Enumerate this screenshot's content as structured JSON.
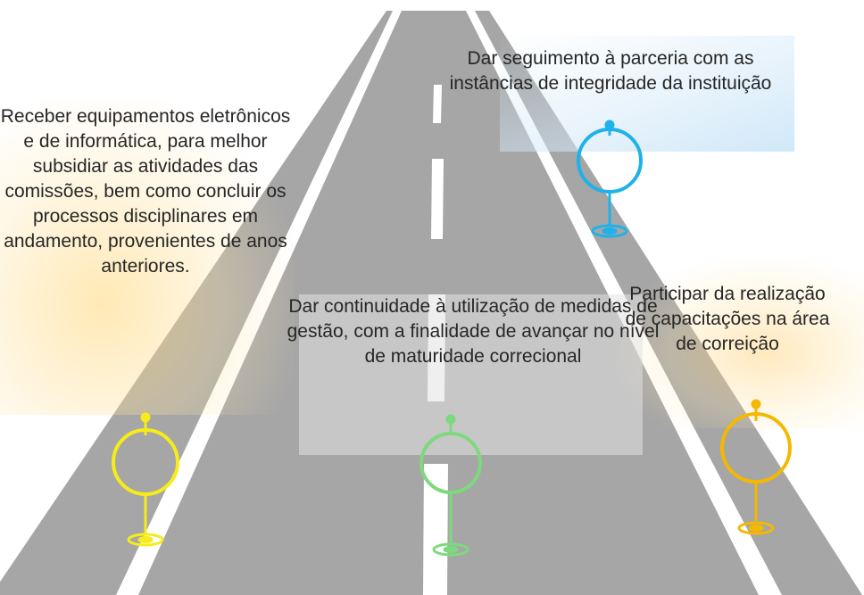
{
  "milestones": [
    {
      "id": "left",
      "text": "Receber equipamentos eletrônicos e de informática, para melhor subsidiar as atividades das comissões, bem como concluir os processos disciplinares em andamento, provenientes de anos anteriores.",
      "color": "#f5ec1a"
    },
    {
      "id": "top",
      "text": "Dar seguimento à parceria com as instâncias de integridade da instituição",
      "color": "#1fb2e8"
    },
    {
      "id": "center",
      "text": "Dar continuidade à utilização de medidas de gestão, com a finalidade de avançar no nível de maturidade correcional",
      "color": "#7ed97e"
    },
    {
      "id": "right",
      "text": "Participar da realização de capacitações na área de correição",
      "color": "#f5b800"
    }
  ],
  "road": {
    "asphalt_color": "#a6a6a6",
    "line_color": "#ffffff"
  }
}
